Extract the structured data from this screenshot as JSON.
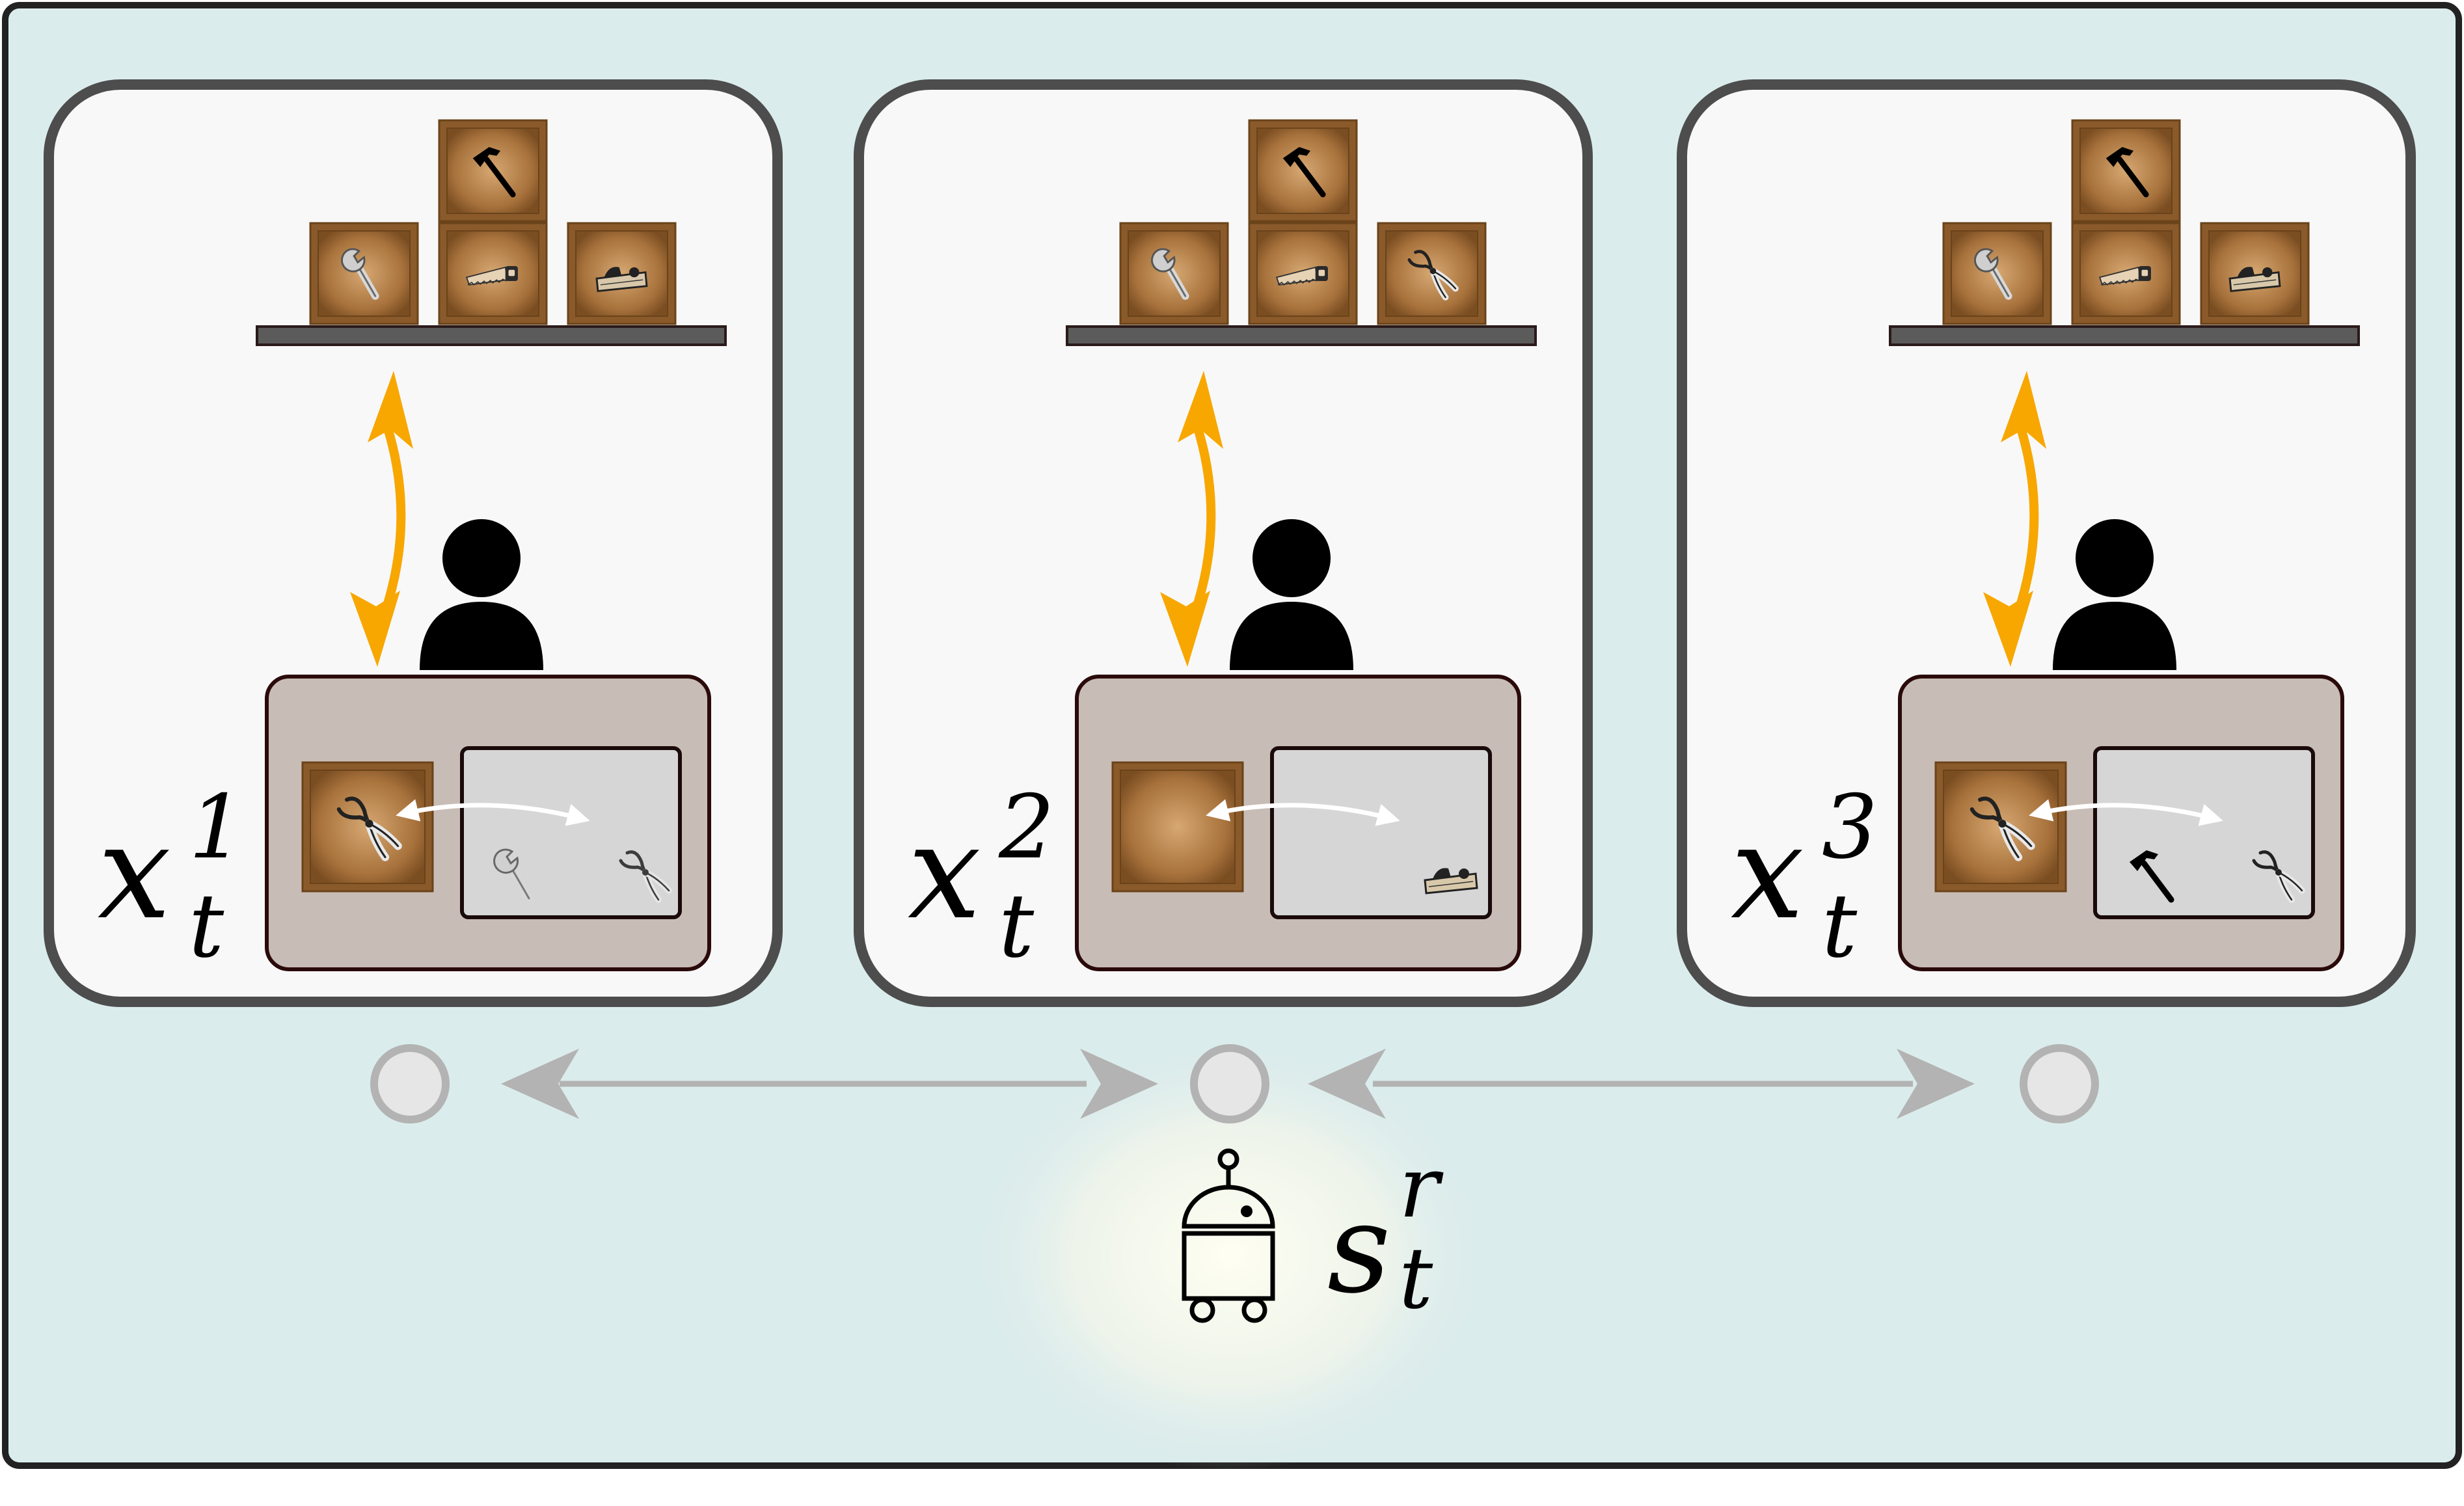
{
  "stations": [
    {
      "label_var": "x",
      "label_sup": "1",
      "label_sub": "t",
      "shelf_tools": [
        "wrench",
        "saw",
        "plane"
      ],
      "top_tool": "hammer",
      "desk_crate_tool": "pliers",
      "tray_tools": [
        "wrench",
        "pliers"
      ],
      "tray_tools_style": "outline"
    },
    {
      "label_var": "x",
      "label_sup": "2",
      "label_sub": "t",
      "shelf_tools": [
        "wrench",
        "saw",
        "pliers"
      ],
      "top_tool": "hammer",
      "desk_crate_tool": "",
      "tray_tools": [
        "plane"
      ],
      "tray_tools_style": "solid"
    },
    {
      "label_var": "x",
      "label_sup": "3",
      "label_sub": "t",
      "shelf_tools": [
        "wrench",
        "saw",
        "plane"
      ],
      "top_tool": "hammer",
      "desk_crate_tool": "pliers",
      "tray_tools": [
        "hammer",
        "pliers"
      ],
      "tray_tools_style": "mixed"
    }
  ],
  "robot": {
    "label_var": "s",
    "label_sup": "r",
    "label_sub": "t"
  },
  "colors": {
    "background": "#dbecec",
    "panel": "#f8f8f8",
    "panel_border": "#4d4d4d",
    "arrow_orange": "#f7a700",
    "arrow_gray": "#b3b3b3",
    "desk": "#c8bcb6",
    "tray": "#d6d6d6",
    "crate": "#a8723c",
    "shelf": "#5b5b5b",
    "node": "#e6e6e6"
  },
  "icons": [
    "hammer-icon",
    "wrench-icon",
    "saw-icon",
    "plane-icon",
    "pliers-icon",
    "person-icon",
    "robot-icon"
  ]
}
